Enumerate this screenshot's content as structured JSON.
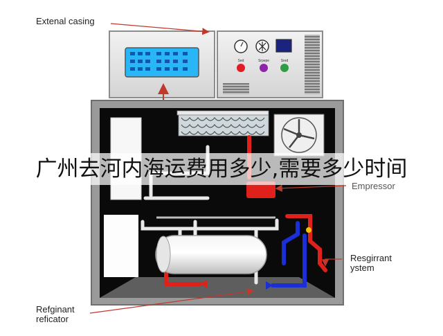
{
  "labels": {
    "external_casing": "Extenal casing",
    "compressor": "Empressor",
    "refrigerant_system_line1": "Resgirrant",
    "refrigerant_system_line2": "ystem",
    "refrigerant_refricator_line1": "Refginant",
    "refrigerant_refricator_line2": "reficator"
  },
  "control_panel": {
    "knob_labels": [
      "Sed",
      "Srpepe",
      "Sred"
    ]
  },
  "overlay": {
    "title": "广州去河内海运费用多少,需要多少时间"
  },
  "colors": {
    "hot_line": "#e0201a",
    "cold_line": "#1a2fd6",
    "coil": "#d8d8d8",
    "chassis": "#9a9a9a",
    "interior": "#0a0a0a",
    "screen": "#29b6f6",
    "knob_red": "#e31b23",
    "knob_purple": "#8e24aa",
    "knob_green": "#2e9e44"
  }
}
